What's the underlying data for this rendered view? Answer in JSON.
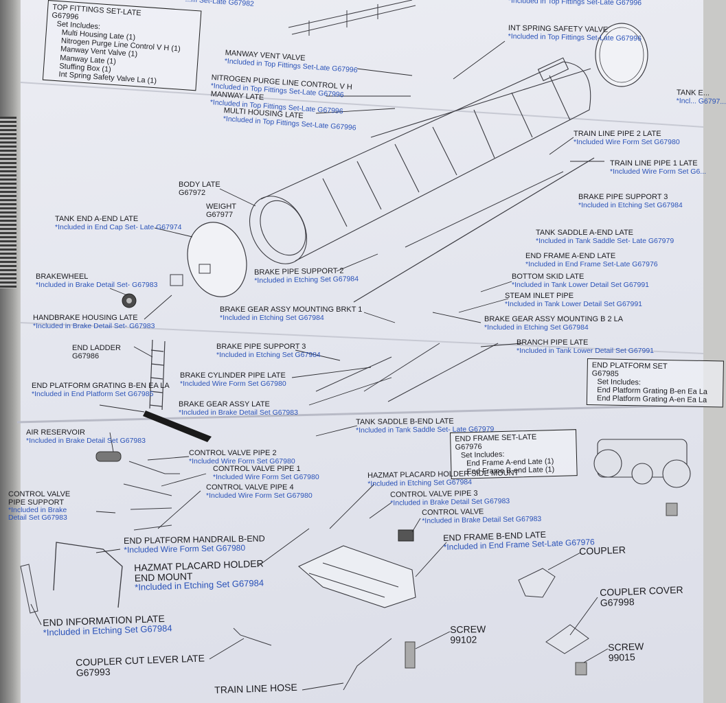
{
  "sheet": {
    "top_fittings_box": {
      "title": "TOP FITTINGS SET-LATE",
      "part": "G67996",
      "includes_label": "Set Includes:",
      "items": [
        "Multi Housing Late (1)",
        "Nitrogen Purge Line Control V H (1)",
        "Manway Vent Valve (1)",
        "Manway Late (1)",
        "Stuffing Box (1)",
        "Int Spring Safety Valve La (1)"
      ]
    },
    "end_platform_box": {
      "title": "END PLATFORM SET",
      "part": "G67985",
      "includes_label": "Set Includes:",
      "items": [
        "End Platform Grating B-en Ea La",
        "End Platform Grating A-en Ea La"
      ]
    },
    "end_frame_box": {
      "title": "END FRAME SET-LATE",
      "part": "G67976",
      "includes_label": "Set Includes:",
      "items": [
        "End Frame A-end Late (1)",
        "End Frame B-end Late (1)"
      ]
    },
    "labels": [
      {
        "key": "top-cut-1",
        "name": "",
        "info": "...m Set-Late G67982"
      },
      {
        "key": "top-right-fittings",
        "name": "",
        "info": "*Included in Top Fittings Set-Late G67996"
      },
      {
        "key": "int-spring-safety-valve",
        "name": "INT SPRING SAFETY VALVE",
        "info": "*Included in Top Fittings Set-Late G67996"
      },
      {
        "key": "manway-vent-valve",
        "name": "MANWAY VENT VALVE",
        "info": "*Included in Top Fittings Set-Late G67996"
      },
      {
        "key": "nitrogen-purge",
        "name": "NITROGEN PURGE LINE CONTROL V H",
        "info": "*Included in Top Fittings Set-Late G67996"
      },
      {
        "key": "manway-late",
        "name": "MANWAY LATE",
        "info": "*Included in Top Fittings Set-Late G67996"
      },
      {
        "key": "multi-housing-late",
        "name": "MULTI HOUSING LATE",
        "info": "*Included in Top Fittings Set-Late G67996"
      },
      {
        "key": "tank-end-right",
        "name": "TANK E...",
        "info": "*Incl... G6797..."
      },
      {
        "key": "train-line-pipe-2",
        "name": "TRAIN LINE PIPE 2 LATE",
        "info": "*Included Wire Form Set G67980"
      },
      {
        "key": "train-line-pipe-1",
        "name": "TRAIN LINE PIPE 1 LATE",
        "info": "*Included Wire Form Set G6..."
      },
      {
        "key": "body-late",
        "name": "BODY LATE",
        "info": "G67972"
      },
      {
        "key": "weight",
        "name": "WEIGHT",
        "info": "G67977"
      },
      {
        "key": "brake-pipe-support-3-top",
        "name": "BRAKE PIPE SUPPORT 3",
        "info": "*Included in Etching Set G67984"
      },
      {
        "key": "tank-end-a",
        "name": "TANK END A-END LATE",
        "info": "*Included in End Cap Set- Late G67974"
      },
      {
        "key": "tank-saddle-a",
        "name": "TANK SADDLE A-END LATE",
        "info": "*Included in Tank Saddle Set- Late G67979"
      },
      {
        "key": "end-frame-a",
        "name": "END FRAME A-END LATE",
        "info": "*Included in End Frame Set-Late G67976"
      },
      {
        "key": "brakewheel",
        "name": "BRAKEWHEEL",
        "info": "*Included in Brake Detail Set- G67983"
      },
      {
        "key": "brake-pipe-support-2",
        "name": "BRAKE PIPE SUPPORT 2",
        "info": "*Included in Etching Set G67984"
      },
      {
        "key": "bottom-skid",
        "name": "BOTTOM SKID LATE",
        "info": "*Included in Tank Lower Detail Set G67991"
      },
      {
        "key": "steam-inlet",
        "name": "STEAM INLET PIPE",
        "info": "*Included in Tank Lower Detail Set G67991"
      },
      {
        "key": "brake-gear-mounting-1",
        "name": "BRAKE GEAR ASSY MOUNTING BRKT 1",
        "info": "*Included in Etching Set G67984"
      },
      {
        "key": "brake-gear-mounting-b2",
        "name": "BRAKE GEAR ASSY MOUNTING B 2 LA",
        "info": "*Included in Etching Set G67984"
      },
      {
        "key": "handbrake-housing",
        "name": "HANDBRAKE HOUSING LATE",
        "info": "*Included in Brake Detail Set- G67983"
      },
      {
        "key": "branch-pipe",
        "name": "BRANCH PIPE LATE",
        "info": "*Included in Tank Lower Detail Set G67991"
      },
      {
        "key": "end-ladder",
        "name": "END LADDER",
        "info": "G67986"
      },
      {
        "key": "brake-pipe-support-3",
        "name": "BRAKE PIPE SUPPORT 3",
        "info": "*Included in Etching Set G67984"
      },
      {
        "key": "brake-cylinder-pipe",
        "name": "BRAKE CYLINDER PIPE LATE",
        "info": "*Included Wire Form Set G67980"
      },
      {
        "key": "end-platform-grating",
        "name": "END PLATFORM GRATING B-EN EA LA",
        "info": "*Included in End Platform Set G67985"
      },
      {
        "key": "brake-gear-assy",
        "name": "BRAKE GEAR ASSY LATE",
        "info": "*Included in Brake Detail Set G67983"
      },
      {
        "key": "tank-saddle-b",
        "name": "TANK SADDLE B-END LATE",
        "info": "*Included in Tank Saddle Set- Late G67979"
      },
      {
        "key": "air-reservoir",
        "name": "AIR RESERVOIR",
        "info": "*Included in Brake Detail Set G67983"
      },
      {
        "key": "control-valve-pipe-2",
        "name": "CONTROL VALVE PIPE 2",
        "info": "*Included Wire Form Set G67980"
      },
      {
        "key": "control-valve-pipe-1",
        "name": "CONTROL VALVE PIPE 1",
        "info": "*Included Wire Form Set G67980"
      },
      {
        "key": "hazmat-side",
        "name": "HAZMAT PLACARD HOLDER SIDE MOUNT",
        "info": "*Included in Etching Set G67984"
      },
      {
        "key": "control-valve-pipe-4",
        "name": "CONTROL VALVE PIPE 4",
        "info": "*Included Wire Form Set G67980"
      },
      {
        "key": "control-valve-pipe-3",
        "name": "CONTROL VALVE PIPE 3",
        "info": "*Included in Brake Detail Set G67983"
      },
      {
        "key": "control-valve-pipe-support",
        "name": "CONTROL VALVE PIPE SUPPORT",
        "info": "*Included in Brake Detail Set G67983"
      },
      {
        "key": "control-valve",
        "name": "CONTROL VALVE",
        "info": "*Included in Brake Detail Set G67983"
      },
      {
        "key": "end-platform-handrail",
        "name": "END PLATFORM HANDRAIL B-END",
        "info": "*Included Wire Form Set G67980"
      },
      {
        "key": "end-frame-b",
        "name": "END FRAME B-END LATE",
        "info": "*Included in End Frame Set-Late G67976"
      },
      {
        "key": "coupler",
        "name": "COUPLER",
        "info": ""
      },
      {
        "key": "hazmat-end",
        "name": "HAZMAT PLACARD HOLDER END MOUNT",
        "info": "*Included in Etching Set G67984"
      },
      {
        "key": "coupler-cover",
        "name": "COUPLER COVER",
        "info": "G67998"
      },
      {
        "key": "end-information-plate",
        "name": "END INFORMATION PLATE",
        "info": "*Included in Etching Set G67984"
      },
      {
        "key": "screw-99102",
        "name": "SCREW",
        "info": "99102"
      },
      {
        "key": "screw-99015",
        "name": "SCREW",
        "info": "99015"
      },
      {
        "key": "coupler-cut-lever",
        "name": "COUPLER CUT LEVER LATE",
        "info": "G67993"
      },
      {
        "key": "train-line-hose",
        "name": "TRAIN LINE HOSE",
        "info": ""
      }
    ]
  }
}
